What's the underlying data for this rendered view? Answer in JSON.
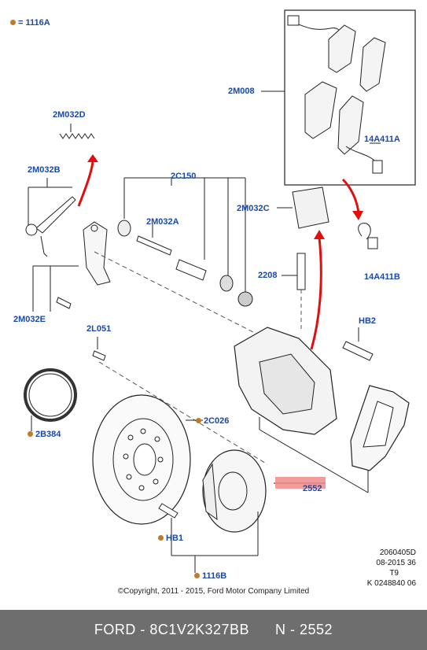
{
  "legend": {
    "label": "= 1116A"
  },
  "labels": {
    "m2m008": "2M008",
    "m14a411a": "14A411A",
    "m14a411b": "14A411B",
    "m2m032d": "2M032D",
    "m2m032b": "2M032B",
    "m2c150": "2C150",
    "m2m032a": "2M032A",
    "m2m032c": "2M032C",
    "m2208": "2208",
    "m2m032e": "2M032E",
    "m2l051": "2L051",
    "mhb2": "HB2",
    "m2c026": "2C026",
    "m2b384": "2B384",
    "m2552": "2552",
    "mhb1": "HB1",
    "m1116b": "1116B"
  },
  "reference": {
    "line1": "2060405D",
    "line2": "08-2015 36",
    "line3": "T9",
    "line4": "K 0248840 06"
  },
  "copyright": "©Copyright, 2011 - 2015, Ford Motor Company Limited",
  "footer": {
    "brand_part": "FORD - 8C1V2K327BB",
    "number": "N - 2552"
  },
  "colors": {
    "label_blue": "#1a49a8",
    "marker_orange": "#c07a2a",
    "arrow_red": "#e01010",
    "highlight": "#f08a8a",
    "footer_bg": "#6e6e6e"
  }
}
